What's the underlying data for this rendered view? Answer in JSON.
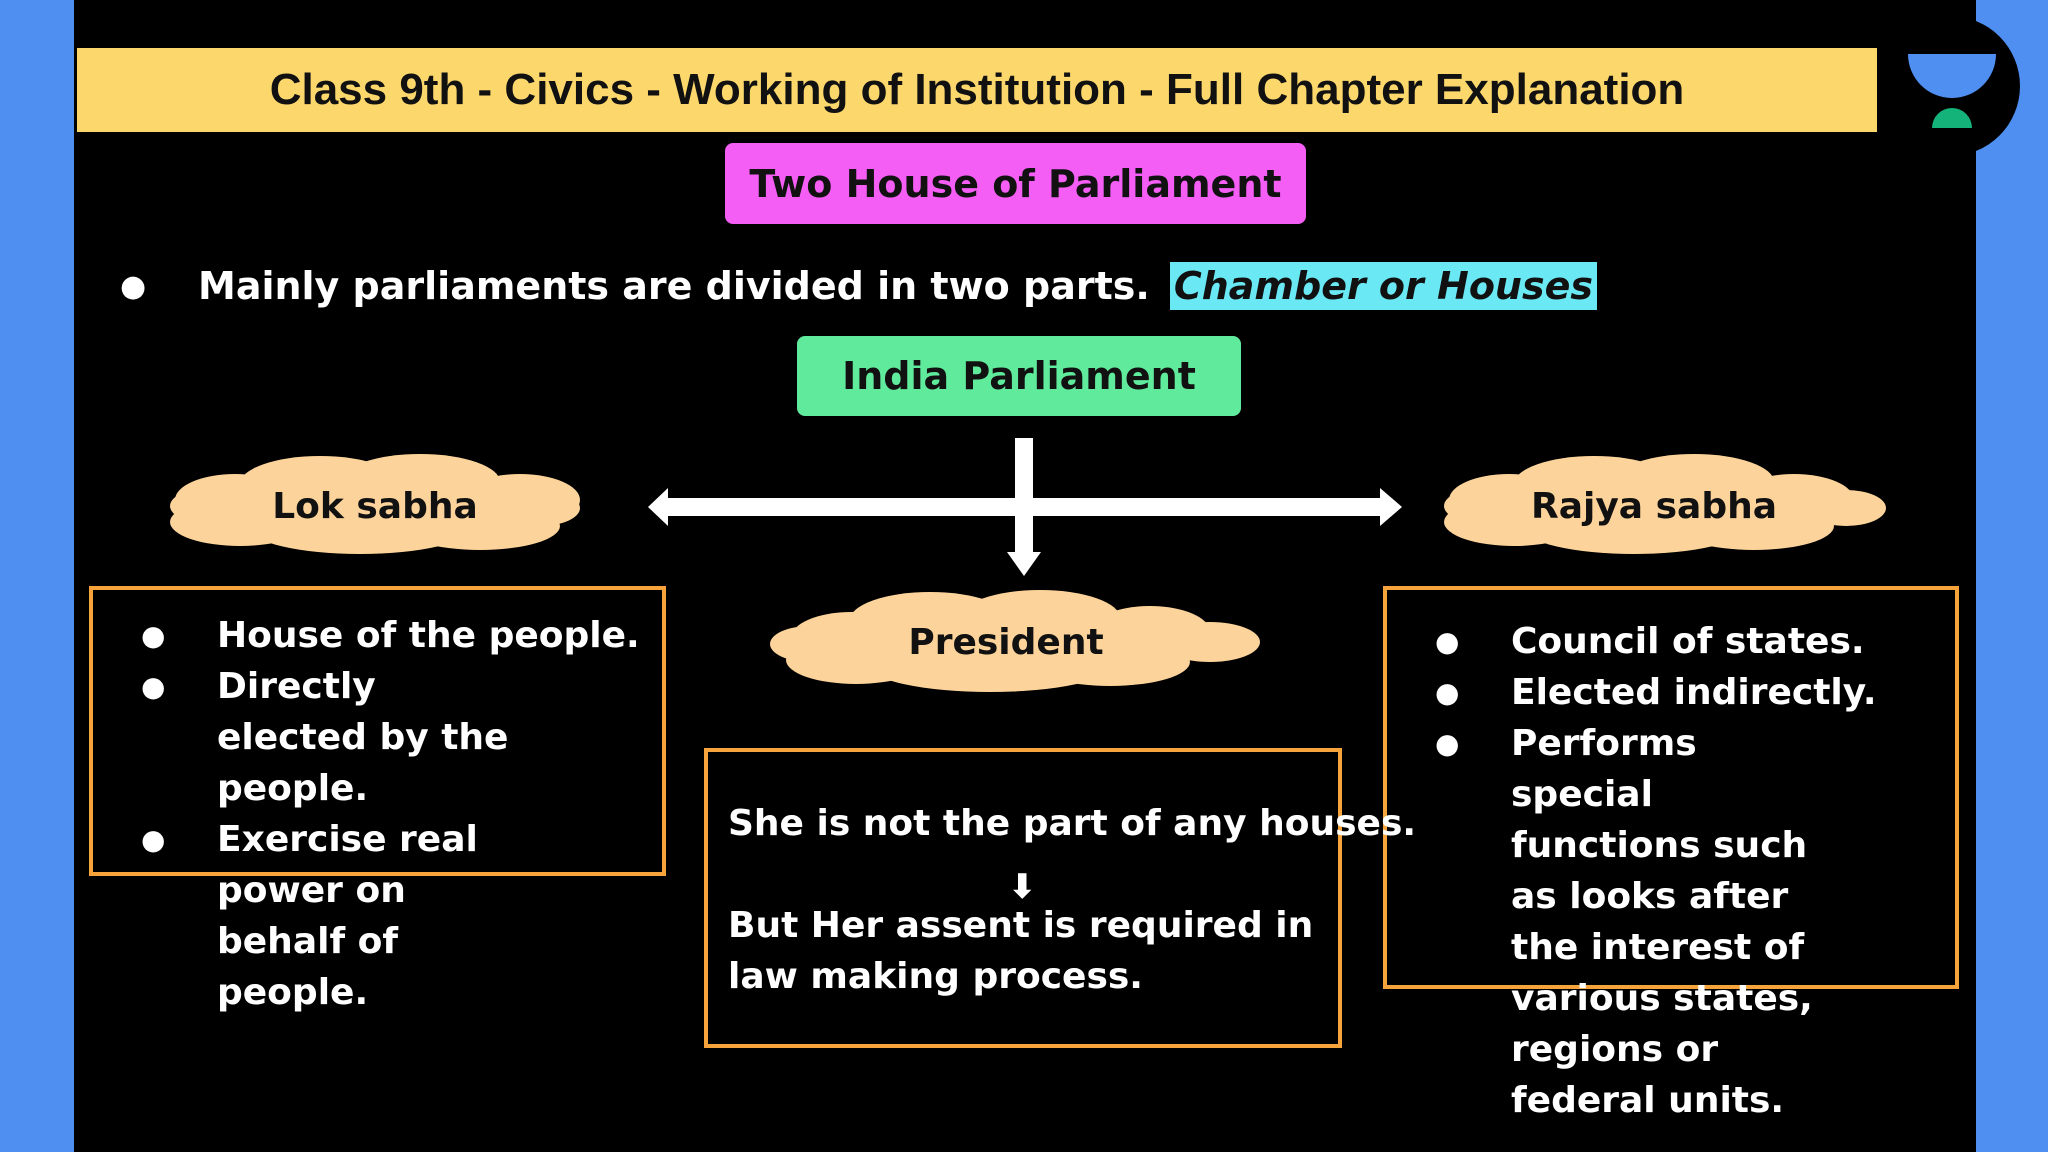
{
  "title": "Class 9th - Civics - Working of Institution - Full Chapter Explanation",
  "heading": "Two House of Parliament",
  "intro": {
    "bullet": "●",
    "text": "Mainly parliaments are divided in two parts.",
    "highlight": "Chamber or Houses"
  },
  "center_box": "India Parliament",
  "clouds": {
    "left": "Lok sabha",
    "right": "Rajya sabha",
    "middle": "President"
  },
  "lok_sabha_points": [
    "House of the people.",
    "Directly elected by the people.",
    "Exercise real power on behalf of people."
  ],
  "rajya_sabha_points": [
    "Council of states.",
    "Elected indirectly.",
    "Performs special functions such as looks after the interest of various states, regions or federal units."
  ],
  "president_box": {
    "line1": "She is not the part of any houses.",
    "arrow": "⬇",
    "line2": "But Her assent is  required in law making process."
  },
  "colors": {
    "title_bar": "#fcd86c",
    "heading_box": "#f55ef5",
    "center_box": "#5fea9c",
    "highlight": "#6ae9f4",
    "cloud": "#fcd39a",
    "box_border": "#f5a33a",
    "side_bars": "#4f8ff1"
  }
}
